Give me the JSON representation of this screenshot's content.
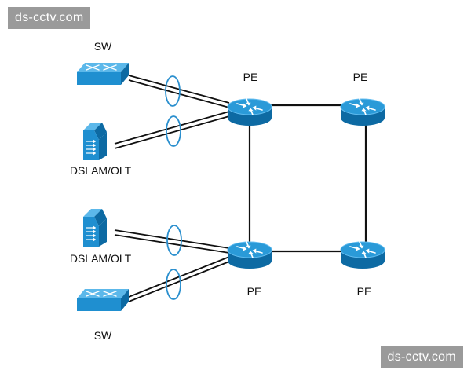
{
  "watermarks": {
    "top": "ds-cctv.com",
    "bottom": "ds-cctv.com"
  },
  "nodes": {
    "sw_top": {
      "label": "SW",
      "kind": "switch-icon"
    },
    "dslam_top": {
      "label": "DSLAM/OLT",
      "kind": "dslam-olt-icon"
    },
    "dslam_bottom": {
      "label": "DSLAM/OLT",
      "kind": "dslam-olt-icon"
    },
    "sw_bottom": {
      "label": "SW",
      "kind": "switch-icon"
    },
    "pe_left_top": {
      "label": "PE",
      "kind": "router-icon"
    },
    "pe_right_top": {
      "label": "PE",
      "kind": "router-icon"
    },
    "pe_left_bottom": {
      "label": "PE",
      "kind": "router-icon"
    },
    "pe_right_bottom": {
      "label": "PE",
      "kind": "router-icon"
    }
  },
  "colors": {
    "device_blue": "#1f8fd0",
    "device_dark": "#0d6aa3",
    "device_light": "#5cb8ea",
    "link": "#111111",
    "bundle_ring": "#2a8fce",
    "watermark_bg": "#9a9a9a"
  }
}
